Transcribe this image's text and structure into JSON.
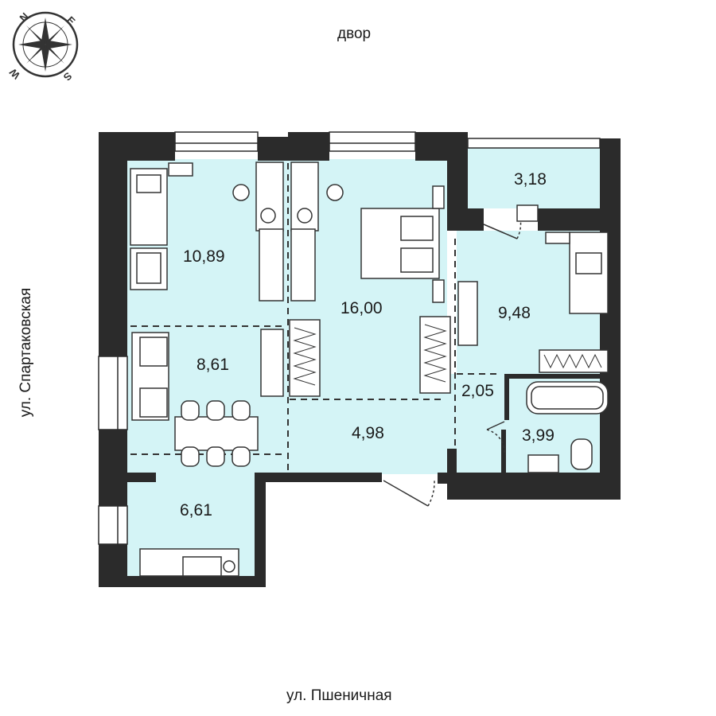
{
  "labels": {
    "courtyard": "двор",
    "street_left": "ул. Спартаковская",
    "street_bottom": "ул. Пшеничная"
  },
  "compass": {
    "icon": "compass-rose-icon",
    "directions": [
      "N",
      "E",
      "S",
      "W"
    ]
  },
  "rooms": [
    {
      "id": "room-1",
      "area": "10,89"
    },
    {
      "id": "room-2",
      "area": "16,00"
    },
    {
      "id": "room-3",
      "area": "3,18"
    },
    {
      "id": "room-4",
      "area": "9,48"
    },
    {
      "id": "room-5",
      "area": "8,61"
    },
    {
      "id": "room-6",
      "area": "2,05"
    },
    {
      "id": "room-7",
      "area": "4,98"
    },
    {
      "id": "room-8",
      "area": "3,99"
    },
    {
      "id": "room-9",
      "area": "6,61"
    }
  ],
  "colors": {
    "floor": "#d4f4f6",
    "wall": "#2b2b2b",
    "line": "#333333",
    "furniture_fill": "#ffffff"
  }
}
